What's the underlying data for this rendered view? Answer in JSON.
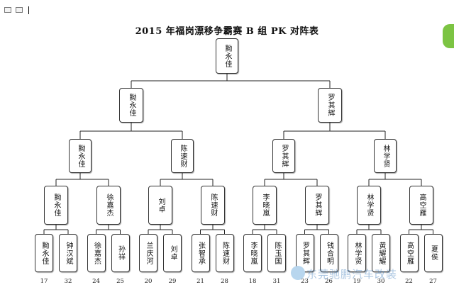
{
  "title": "2015 年福岗漂移争霸赛 B 组 PK 对阵表",
  "winner": "黝永佳",
  "semifinal": [
    "黝永佳",
    "罗其辉"
  ],
  "quarterfinal": [
    "黝永佳",
    "陈速财",
    "罗其辉",
    "林学贤"
  ],
  "round_of_8": [
    "黝永佳",
    "徐嘉杰",
    "刘卓",
    "陈速财",
    "李晓嵐",
    "罗其辉",
    "林学贤",
    "高空雁"
  ],
  "players": [
    {
      "name": "黝永佳",
      "seed": "17"
    },
    {
      "name": "钟汉斌",
      "seed": "32"
    },
    {
      "name": "徐嘉杰",
      "seed": "24"
    },
    {
      "name": "孙祥",
      "seed": "25"
    },
    {
      "name": "兰庆河",
      "seed": "20"
    },
    {
      "name": "刘卓",
      "seed": "29"
    },
    {
      "name": "张智承",
      "seed": "21"
    },
    {
      "name": "陈速财",
      "seed": "28"
    },
    {
      "name": "李晓嵐",
      "seed": "18"
    },
    {
      "name": "陈玉国",
      "seed": "31"
    },
    {
      "name": "罗其辉",
      "seed": "23"
    },
    {
      "name": "钱合明",
      "seed": "26"
    },
    {
      "name": "林学贤",
      "seed": "19"
    },
    {
      "name": "黄耀耀",
      "seed": "30"
    },
    {
      "name": "高空雁",
      "seed": "22"
    },
    {
      "name": "夏侯",
      "seed": "27"
    }
  ],
  "watermark": "东莞驰鹏汽车改装",
  "colors": {
    "line": "#222222",
    "box_border": "#333333",
    "watermark": "#4682be",
    "chat_icon": "#7cc443"
  },
  "icons": [
    "document-icon",
    "image-icon",
    "text-cursor-icon",
    "wechat-chat-icon",
    "watermark-logo-icon"
  ]
}
